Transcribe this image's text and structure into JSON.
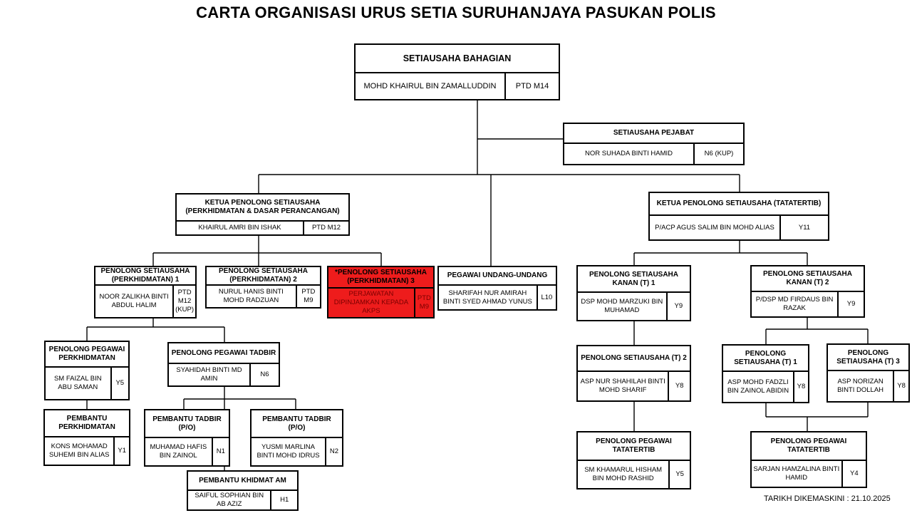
{
  "title": "CARTA ORGANISASI URUS SETIA SURUHANJAYA PASUKAN POLIS",
  "updated": "TARIKH DIKEMASKINI : 21.10.2025",
  "colors": {
    "line": "#000000",
    "highlight": "#ee1c1c"
  },
  "nodes": {
    "sub": {
      "role": "SETIAUSAHA BAHAGIAN",
      "name": "MOHD KHAIRUL BIN ZAMALLUDDIN",
      "grade": "PTD M14"
    },
    "sp": {
      "role": "SETIAUSAHA PEJABAT",
      "name": "NOR SUHADA BINTI HAMID",
      "grade": "N6 (KUP)"
    },
    "kps1": {
      "role": "KETUA PENOLONG SETIAUSAHA (PERKHIDMATAN & DASAR PERANCANGAN)",
      "name": "KHAIRUL AMRI BIN ISHAK",
      "grade": "PTD M12"
    },
    "kps2": {
      "role": "KETUA PENOLONG SETIAUSAHA (TATATERTIB)",
      "name": "P/ACP AGUS SALIM BIN MOHD ALIAS",
      "grade": "Y11"
    },
    "ps1": {
      "role": "PENOLONG SETIAUSAHA (PERKHIDMATAN) 1",
      "name": "NOOR ZALIKHA BINTI ABDUL HALIM",
      "grade": "PTD M12 (KUP)"
    },
    "ps2": {
      "role": "PENOLONG SETIAUSAHA (PERKHIDMATAN) 2",
      "name": "NURUL HANIS BINTI MOHD RADZUAN",
      "grade": "PTD M9"
    },
    "ps3": {
      "role": "*PENOLONG SETIAUSAHA (PERKHIDMATAN) 3",
      "name": "PERJAWATAN DIPINJAMKAN KEPADA AKPS",
      "grade": "PTD M9"
    },
    "puu": {
      "role": "PEGAWAI UNDANG-UNDANG",
      "name": "SHARIFAH NUR AMIRAH BINTI SYED AHMAD YUNUS",
      "grade": "L10"
    },
    "psk1": {
      "role": "PENOLONG SETIAUSAHA KANAN (T) 1",
      "name": "DSP MOHD MARZUKI BIN MUHAMAD",
      "grade": "Y9"
    },
    "psk2": {
      "role": "PENOLONG SETIAUSAHA KANAN (T) 2",
      "name": "P/DSP MD FIRDAUS BIN RAZAK",
      "grade": "Y9"
    },
    "ppp": {
      "role": "PENOLONG PEGAWAI PERKHIDMATAN",
      "name": "SM FAIZAL BIN ABU SAMAN",
      "grade": "Y5"
    },
    "ppt": {
      "role": "PENOLONG PEGAWAI TADBIR",
      "name": "SYAHIDAH BINTI MD AMIN",
      "grade": "N6"
    },
    "pst2": {
      "role": "PENOLONG SETIAUSAHA (T) 2",
      "name": "ASP NUR SHAHILAH BINTI MOHD SHARIF",
      "grade": "Y8"
    },
    "pst1": {
      "role": "PENOLONG SETIAUSAHA (T) 1",
      "name": "ASP MOHD FADZLI BIN ZAINOL ABIDIN",
      "grade": "Y8"
    },
    "pst3": {
      "role": "PENOLONG SETIAUSAHA (T) 3",
      "name": "ASP NORIZAN BINTI DOLLAH",
      "grade": "Y8"
    },
    "bp": {
      "role": "PEMBANTU PERKHIDMATAN",
      "name": "KONS MOHAMAD SUHEMI BIN ALIAS",
      "grade": "Y1"
    },
    "bt1": {
      "role": "PEMBANTU TADBIR (P/O)",
      "name": "MUHAMAD HAFIS BIN ZAINOL",
      "grade": "N1"
    },
    "bt2": {
      "role": "PEMBANTU TADBIR (P/O)",
      "name": "YUSMI MARLINA BINTI MOHD IDRUS",
      "grade": "N2"
    },
    "ppt1": {
      "role": "PENOLONG PEGAWAI TATATERTIB",
      "name": "SM KHAMARUL HISHAM BIN MOHD RASHID",
      "grade": "Y5"
    },
    "ppt2": {
      "role": "PENOLONG PEGAWAI TATATERTIB",
      "name": "SARJAN HAMZALINA BINTI HAMID",
      "grade": "Y4"
    },
    "pka": {
      "role": "PEMBANTU KHIDMAT AM",
      "name": "SAIFUL SOPHIAN BIN AB AZIZ",
      "grade": "H1"
    }
  }
}
